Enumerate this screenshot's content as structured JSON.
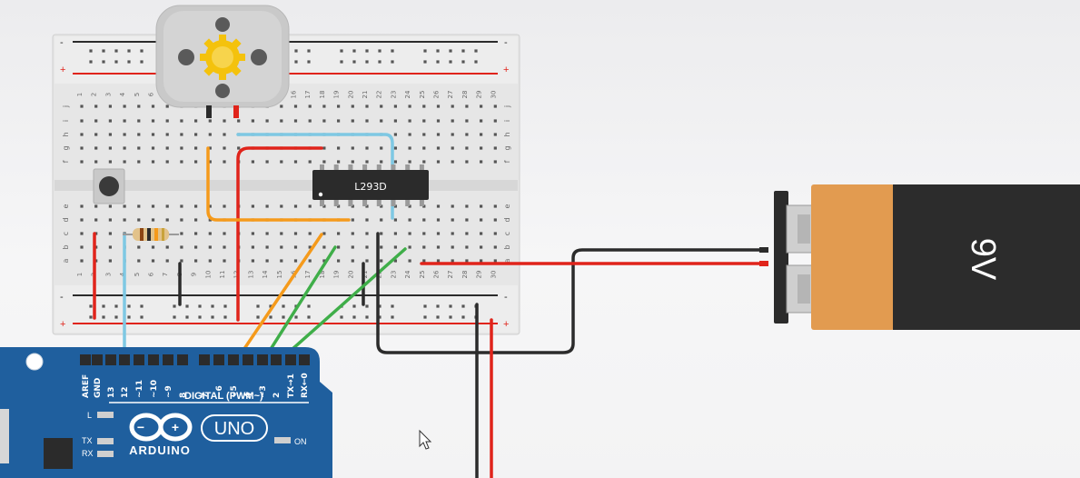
{
  "chip": {
    "label": "L293D"
  },
  "battery": {
    "label": "9V"
  },
  "breadboard": {
    "row_letters_top": [
      "j",
      "i",
      "h",
      "g",
      "f"
    ],
    "row_letters_bottom": [
      "e",
      "d",
      "c",
      "b",
      "a"
    ],
    "column_numbers": [
      "1",
      "2",
      "3",
      "4",
      "5",
      "6",
      "7",
      "8",
      "9",
      "10",
      "11",
      "12",
      "13",
      "14",
      "15",
      "16",
      "17",
      "18",
      "19",
      "20",
      "21",
      "22",
      "23",
      "24",
      "25",
      "26",
      "27",
      "28",
      "29",
      "30"
    ],
    "rail_plus": "+",
    "rail_minus": "-"
  },
  "arduino": {
    "logo_text": "ARDUINO",
    "model": "UNO",
    "digital_label": "DIGITAL (PWM~)",
    "pins": [
      "AREF",
      "GND",
      "13",
      "12",
      "~11",
      "~10",
      "~9",
      "8",
      "7",
      "~6",
      "~5",
      "4",
      "~3",
      "2",
      "TX→1",
      "RX←0"
    ],
    "led_labels": [
      "L",
      "TX",
      "RX"
    ],
    "on_label": "ON"
  },
  "colors": {
    "wire_red": "#e0241b",
    "wire_black": "#2b2b2b",
    "wire_orange": "#f59a1b",
    "wire_green": "#3fae49",
    "wire_blue": "#7ec8e3",
    "arduino_blue": "#1f5f9e",
    "battery_orange": "#e29b50",
    "battery_black": "#2c2c2c"
  }
}
